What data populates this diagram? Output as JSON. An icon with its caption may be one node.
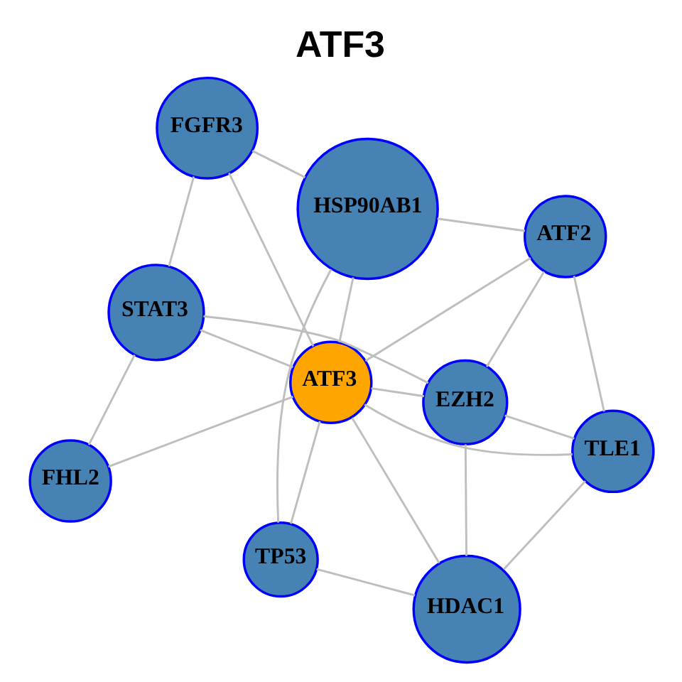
{
  "diagram": {
    "title": "ATF3",
    "nodes": [
      {
        "text": [
          "HSP90AB1"
        ]
      },
      {
        "text": [
          "FGFR3"
        ]
      },
      {
        "text": [
          "TP53"
        ]
      },
      {
        "text": [
          "ATF2"
        ]
      },
      {
        "text": [
          "ATF3"
        ]
      },
      {
        "text": [
          "STAT3"
        ]
      },
      {
        "text": [
          "FHL2"
        ]
      },
      {
        "text": [
          "HDAC1"
        ]
      },
      {
        "text": [
          "EZH2"
        ]
      },
      {
        "text": [
          "TLE1"
        ]
      }
    ],
    "edges": [
      {
        "from": 0,
        "to": 1,
        "arrow": "none"
      },
      {
        "from": 0,
        "to": 2,
        "arrow": "none"
      },
      {
        "from": 0,
        "to": 3,
        "arrow": "none"
      },
      {
        "from": 0,
        "to": 4,
        "arrow": "none"
      },
      {
        "from": 1,
        "to": 4,
        "arrow": "none"
      },
      {
        "from": 1,
        "to": 5,
        "arrow": "none"
      },
      {
        "from": 2,
        "to": 4,
        "arrow": "none"
      },
      {
        "from": 2,
        "to": 7,
        "arrow": "none"
      },
      {
        "from": 4,
        "to": 5,
        "arrow": "none"
      },
      {
        "from": 4,
        "to": 6,
        "arrow": "none"
      },
      {
        "from": 4,
        "to": 3,
        "arrow": "none"
      },
      {
        "from": 4,
        "to": 7,
        "arrow": "none"
      },
      {
        "from": 4,
        "to": 8,
        "arrow": "none"
      },
      {
        "from": 4,
        "to": 9,
        "arrow": "none"
      },
      {
        "from": 5,
        "to": 6,
        "arrow": "none"
      },
      {
        "from": 5,
        "to": 8,
        "arrow": "none"
      },
      {
        "from": 3,
        "to": 8,
        "arrow": "none"
      },
      {
        "from": 3,
        "to": 9,
        "arrow": "none"
      },
      {
        "from": 7,
        "to": 8,
        "arrow": "none"
      },
      {
        "from": 7,
        "to": 9,
        "arrow": "none"
      },
      {
        "from": 8,
        "to": 9,
        "arrow": "none"
      }
    ]
  }
}
